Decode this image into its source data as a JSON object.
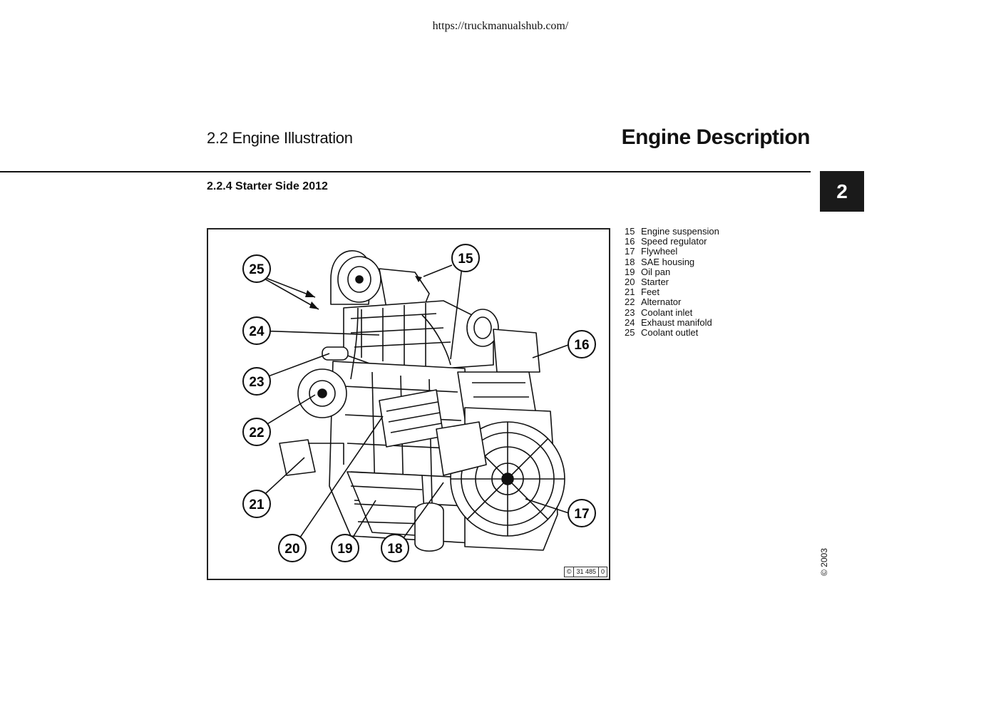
{
  "header": {
    "url": "https://truckmanualshub.com/",
    "section_title": "2.2 Engine Illustration",
    "chapter_title": "Engine Description",
    "chapter_number": "2"
  },
  "subsection": {
    "title": "2.2.4  Starter Side 2012"
  },
  "figure": {
    "code": [
      "©",
      "31 485",
      "0"
    ]
  },
  "legend": [
    {
      "num": "15",
      "label": "Engine suspension"
    },
    {
      "num": "16",
      "label": "Speed regulator"
    },
    {
      "num": "17",
      "label": "Flywheel"
    },
    {
      "num": "18",
      "label": "SAE housing"
    },
    {
      "num": "19",
      "label": "Oil pan"
    },
    {
      "num": "20",
      "label": "Starter"
    },
    {
      "num": "21",
      "label": "Feet"
    },
    {
      "num": "22",
      "label": "Alternator"
    },
    {
      "num": "23",
      "label": "Coolant inlet"
    },
    {
      "num": "24",
      "label": "Exhaust manifold"
    },
    {
      "num": "25",
      "label": "Coolant outlet"
    }
  ],
  "footer": {
    "copyright": "© 2003"
  },
  "callouts": [
    "25",
    "15",
    "24",
    "16",
    "23",
    "22",
    "21",
    "17",
    "20",
    "19",
    "18"
  ]
}
